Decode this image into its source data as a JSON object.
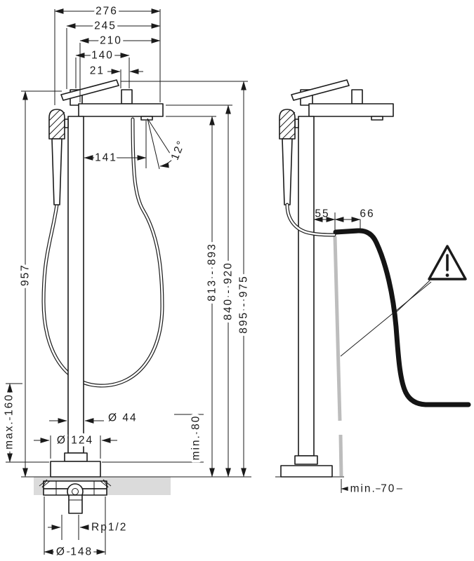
{
  "views": {
    "front": {
      "dims": {
        "w276": "276",
        "w245": "245",
        "w210": "210",
        "w140": "140",
        "w21": "21",
        "w141": "141",
        "angle": "12°",
        "h957": "957",
        "hmax160": "max. 160",
        "h813": "813 - 893",
        "h840": "840 - 920",
        "h895": "895 - 975",
        "dia44": "Ø 44",
        "dia124": "Ø 124",
        "hmin80": "min. 80",
        "thread": "Rp1/2",
        "dia148": "Ø 148"
      }
    },
    "side": {
      "dims": {
        "w55": "55",
        "w66": "66",
        "wmin70": "min. 70"
      }
    },
    "colors": {
      "line": "#1a1a1a",
      "floor_fill": "#dbdbdb",
      "alt_hose": "#bdbdbd"
    }
  }
}
